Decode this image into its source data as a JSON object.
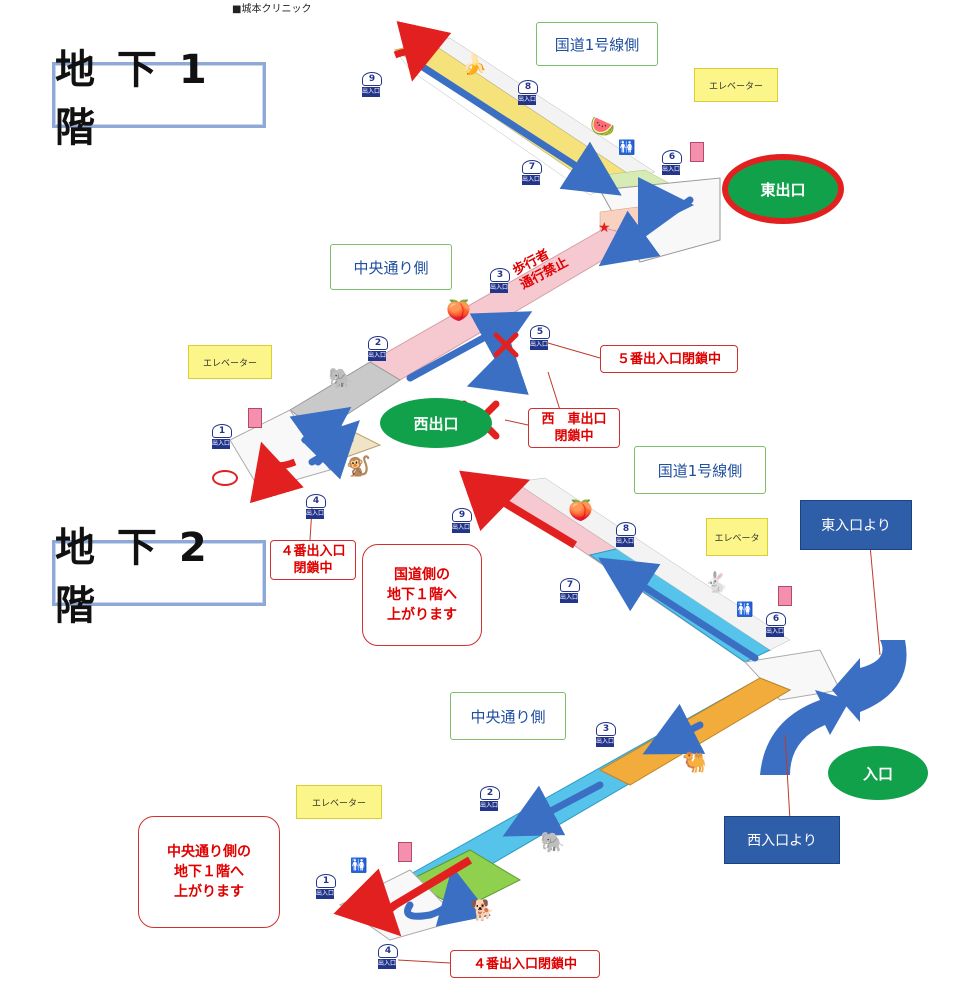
{
  "clinic_label": "■城本クリニック",
  "floors": {
    "b1": "地 下 1 階",
    "b2": "地 下 2 階"
  },
  "b1": {
    "side_route1": "国道1号線側",
    "side_central": "中央通り側",
    "elevator_top": "エレベーター",
    "elevator_left": "エレベーター",
    "east_exit": "東出口",
    "west_exit": "西出口",
    "pedestrian_no_entry": "歩行者\n通行禁止",
    "exit5_closed": "５番出入口閉鎖中",
    "west_car_exit_closed": "西　車出口\n閉鎖中",
    "exit4_closed": "４番出入口\n閉鎖中",
    "exits": [
      {
        "n": "9",
        "label": "出入口"
      },
      {
        "n": "8",
        "label": "出入口"
      },
      {
        "n": "7",
        "label": "出入口"
      },
      {
        "n": "6",
        "label": "出入口"
      },
      {
        "n": "3",
        "label": "出入口"
      },
      {
        "n": "5",
        "label": "出入口"
      },
      {
        "n": "2",
        "label": "出入口"
      },
      {
        "n": "1",
        "label": "出入口"
      },
      {
        "n": "4",
        "label": "出入口"
      }
    ]
  },
  "b2": {
    "side_route1": "国道1号線側",
    "side_central": "中央通り側",
    "elevator_right": "エレベータ",
    "elevator_left": "エレベーター",
    "east_entrance_from": "東入口より",
    "west_entrance_from": "西入口より",
    "entrance": "入口",
    "callout_route1": "国道側の\n地下１階へ\n上がります",
    "callout_central": "中央通り側の\n地下１階へ\n上がります",
    "exit4_closed": "４番出入口閉鎖中",
    "exits": [
      {
        "n": "9",
        "label": "出入口"
      },
      {
        "n": "8",
        "label": "出入口"
      },
      {
        "n": "7",
        "label": "出入口"
      },
      {
        "n": "6",
        "label": "出入口"
      },
      {
        "n": "3",
        "label": "出入口"
      },
      {
        "n": "2",
        "label": "出入口"
      },
      {
        "n": "1",
        "label": "出入口"
      },
      {
        "n": "4",
        "label": "出入口"
      }
    ]
  },
  "colors": {
    "east_exit_fill": "#12a14b",
    "east_exit_ring": "#e32020",
    "west_exit_fill": "#12a14b",
    "entrance_fill": "#12a14b",
    "arrow_blue": "#3a6fc4",
    "arrow_red": "#e32020",
    "cross_red": "#e32020",
    "corridor_yellow": "#f6e27a",
    "corridor_pink": "#f6c9d0",
    "corridor_gray": "#c9c9c9",
    "corridor_brown": "#c49a52",
    "corridor_cyan": "#55c3ea",
    "corridor_orange": "#f2ac3c",
    "corridor_green": "#8fd04e"
  },
  "icons": [
    "banana-icon",
    "watermelon-icon",
    "peach-icon",
    "elephant-icon",
    "monkey-icon",
    "rabbit-icon",
    "camel-icon",
    "dog-icon",
    "elevator-icon",
    "toilet-icon",
    "star-icon"
  ]
}
